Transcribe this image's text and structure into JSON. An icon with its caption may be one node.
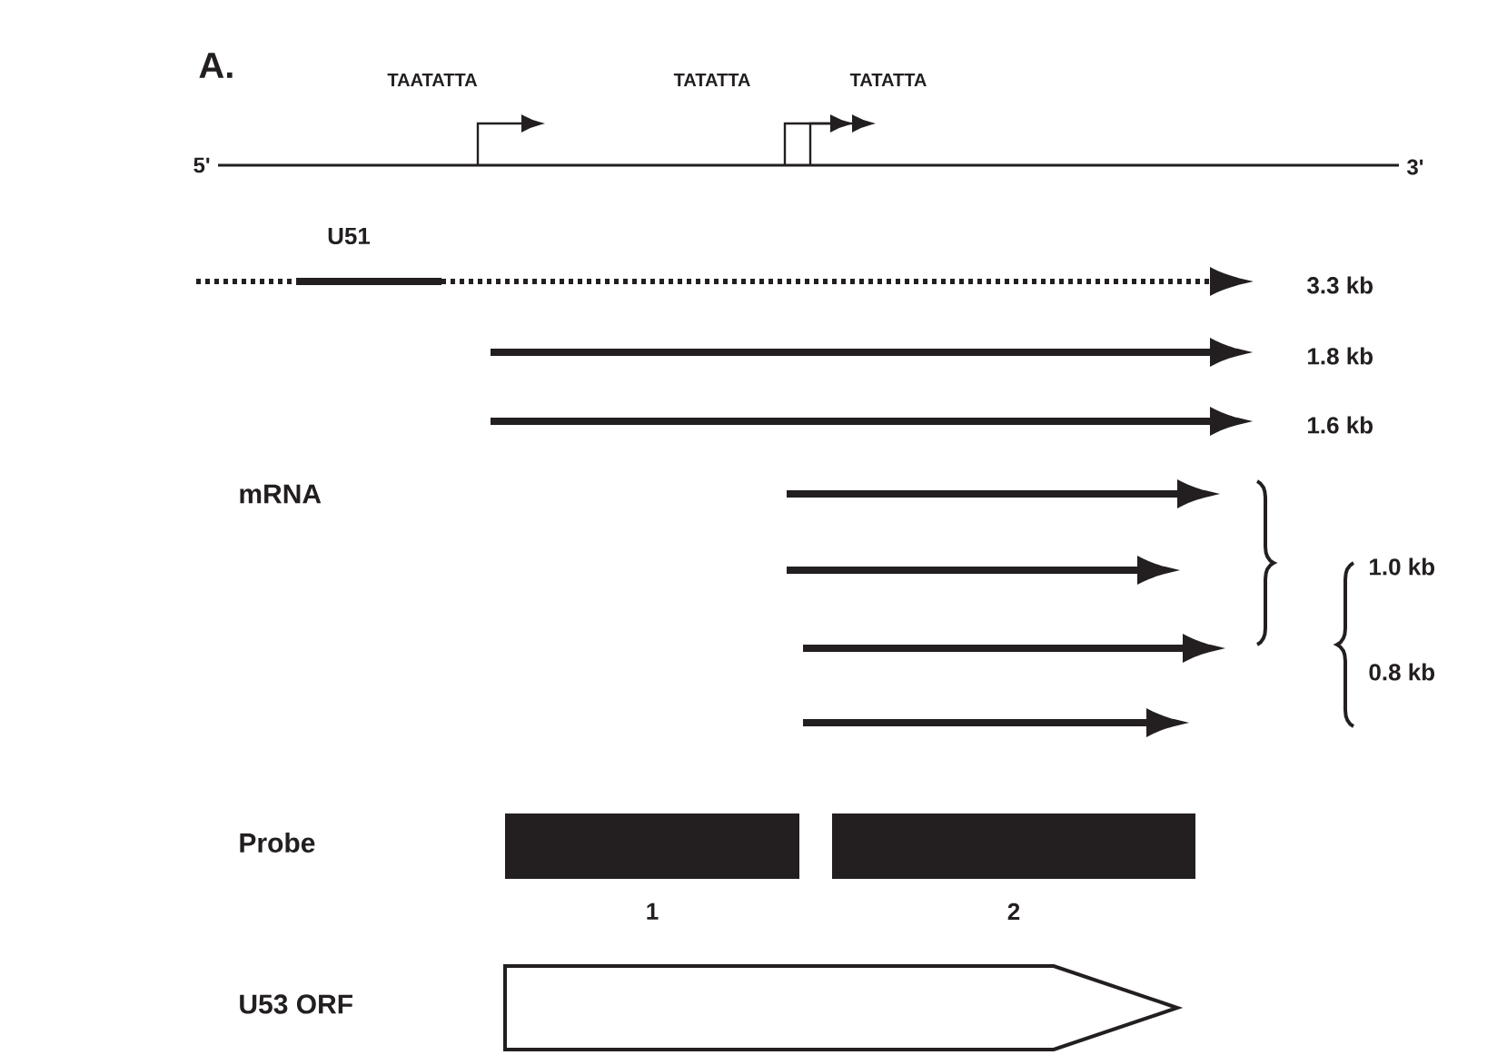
{
  "diagram": {
    "nodes": [
      {
        "text": [],
        "shape": "bar",
        "beside": [
          "1"
        ]
      },
      {
        "text": [],
        "shape": "bar",
        "beside": [
          "2"
        ]
      }
    ],
    "labels": [
      "A.",
      "TAATATTA",
      "TATATTA",
      "TATATTA",
      "5'",
      "3'",
      "U51",
      "3.3 kb",
      "1.8 kb",
      "1.6 kb",
      "mRNA",
      "1.0 kb",
      "0.8 kb",
      "Probe",
      "U53 ORF"
    ]
  }
}
